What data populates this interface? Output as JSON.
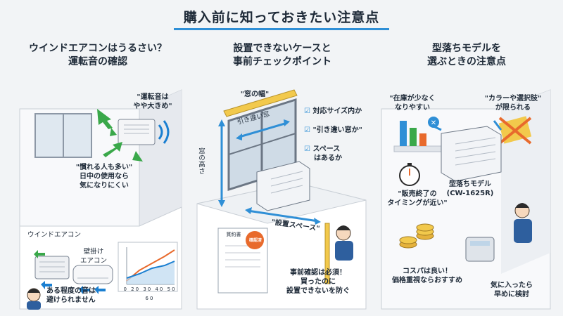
{
  "title": "購入前に知っておきたい注意点",
  "panels": [
    {
      "title_line1": "ウインドエアコンはうるさい？",
      "title_line2": "運転音の確認",
      "callout_loud_1": "\"運転音は",
      "callout_loud_2": "やや大きめ\"",
      "callout_used_1": "\"慣れる人も多い\"",
      "callout_used_2": "日中の使用なら",
      "callout_used_3": "気になりにくい",
      "label_window_ac": "ウインドエアコン",
      "label_wall_ac_1": "壁掛け",
      "label_wall_ac_2": "エアコン",
      "chart_ticks": [
        "0",
        "20",
        "30",
        "40",
        "50",
        "60"
      ],
      "note_1": "ある程度の音は",
      "note_2": "避けられません"
    },
    {
      "title_line1": "設置できないケースと",
      "title_line2": "事前チェックポイント",
      "label_window_width": "\"窓の幅\"",
      "label_window_height": "窓の高さ",
      "label_sliding": "引き違い窓",
      "label_space": "\"設置スペース\"",
      "checks": [
        "対応サイズ内か",
        "\"引き違い窓か\"",
        "スペース",
        "はあるか"
      ],
      "doc_title": "質約書",
      "stamp": "確認済",
      "note_1": "事前確認は必須！",
      "note_2": "買ったのに",
      "note_3": "設置できないを防ぐ"
    },
    {
      "title_line1": "型落ちモデルを",
      "title_line2": "選ぶときの注意点",
      "callout_stock_1": "\"在庫が少なく",
      "callout_stock_2": "なりやすい",
      "callout_color_1": "\"カラーや選択肢\"",
      "callout_color_2": "が限られる",
      "label_model_1": "型落ちモデル",
      "label_model_2": "(CW-1625R)",
      "callout_timing_1": "\"販売終了の",
      "callout_timing_2": "タイミングが近い\"",
      "note_cost_1": "コスパは良い！",
      "note_cost_2": "価格重視ならおすすめ",
      "note_check_1": "気に入ったら",
      "note_check_2": "早めに検討"
    }
  ],
  "colors": {
    "accent": "#2f8fd6",
    "wave": "#1a7fd1",
    "green": "#3aa84a",
    "stamp": "#e86a2c",
    "ruler": "#f2c94c"
  }
}
